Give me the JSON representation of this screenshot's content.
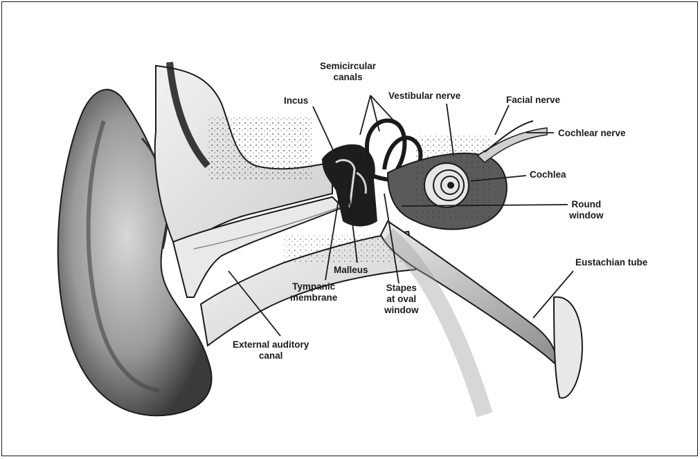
{
  "labels": {
    "semicircular_canals": "Semicircular\ncanals",
    "incus": "Incus",
    "vestibular_nerve": "Vestibular nerve",
    "facial_nerve": "Facial nerve",
    "cochlear_nerve": "Cochlear nerve",
    "cochlea": "Cochlea",
    "round_window": "Round\nwindow",
    "eustachian_tube": "Eustachian tube",
    "malleus": "Malleus",
    "tympanic_membrane": "Tympanic\nmembrane",
    "stapes": "Stapes\nat oval\nwindow",
    "external_canal": "External auditory\ncanal"
  },
  "colors": {
    "ink": "#1a1a1a",
    "paper": "#ffffff",
    "shade": "#8a8a8a"
  }
}
